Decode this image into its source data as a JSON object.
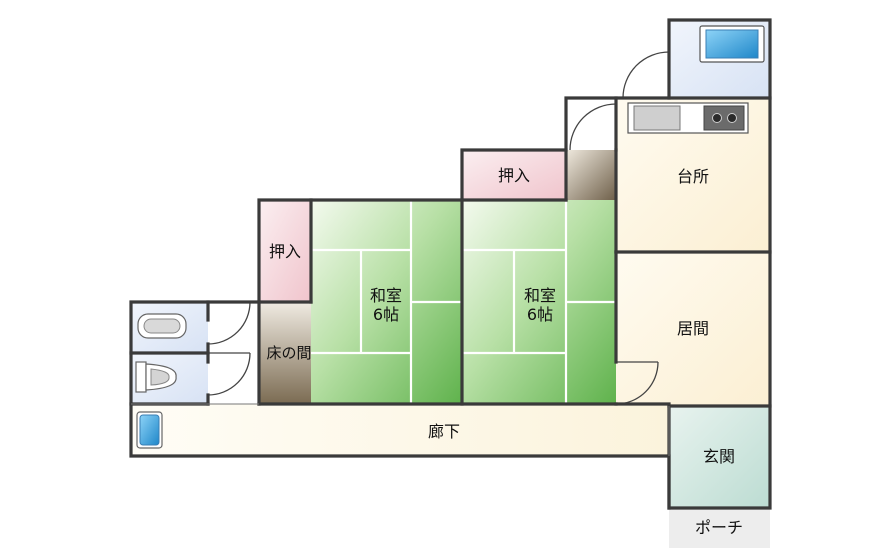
{
  "rooms": {
    "kitchen": "台所",
    "living": "居間",
    "entrance": "玄関",
    "corridor": "廊下",
    "porch": "ポーチ",
    "tokonoma": "床の間",
    "closet_left": "押入",
    "closet_right": "押入",
    "washitsu_left": {
      "name": "和室",
      "size": "6帖"
    },
    "washitsu_right": {
      "name": "和室",
      "size": "6帖"
    }
  },
  "colors": {
    "wall": "#3a3a3a",
    "corridor_fill": "#fdf8e8",
    "living_fill": "#fdf4de",
    "wet_fill": "#e3ebf8",
    "entrance_fill": "#cfe6de",
    "closet_fill": "#f6d6dc",
    "tatami_light": "#f3faee",
    "tatami_dark": "#62b650",
    "wood_light": "#f0ebe0",
    "wood_dark": "#7a6b54",
    "fixture_blue": "#4aaee8"
  },
  "icons": [
    "bathtub-icon",
    "toilet-icon",
    "sink-icon",
    "kitchen-counter-icon",
    "stove-icon"
  ]
}
